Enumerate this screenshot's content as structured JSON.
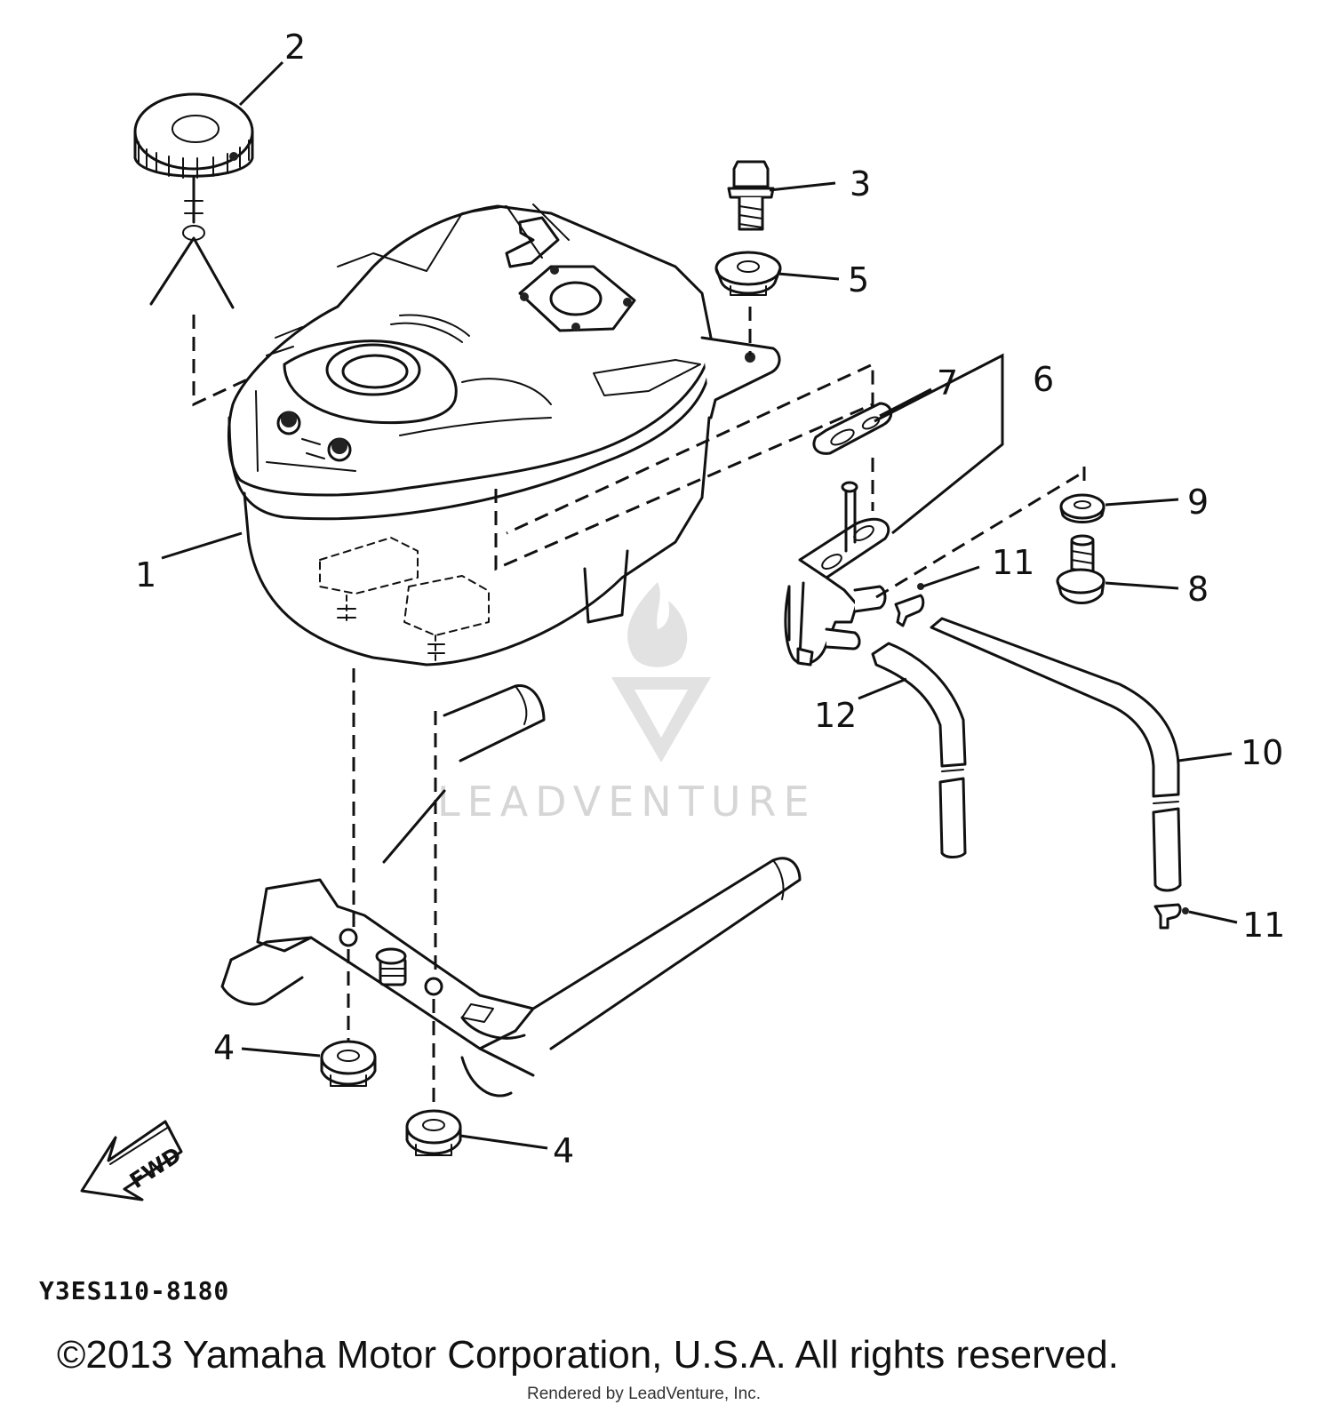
{
  "diagram": {
    "code": "Y3ES110-8180",
    "callouts": [
      "1",
      "2",
      "3",
      "4",
      "4",
      "5",
      "6",
      "7",
      "8",
      "9",
      "10",
      "11",
      "11",
      "12"
    ]
  },
  "watermark": {
    "brand": "LEADVENTURE"
  },
  "footer": {
    "copyright": "©2013 Yamaha Motor Corporation, U.S.A. All rights reserved.",
    "rendered_by": "Rendered by LeadVenture, Inc."
  },
  "arrow": {
    "label": "FWD"
  }
}
